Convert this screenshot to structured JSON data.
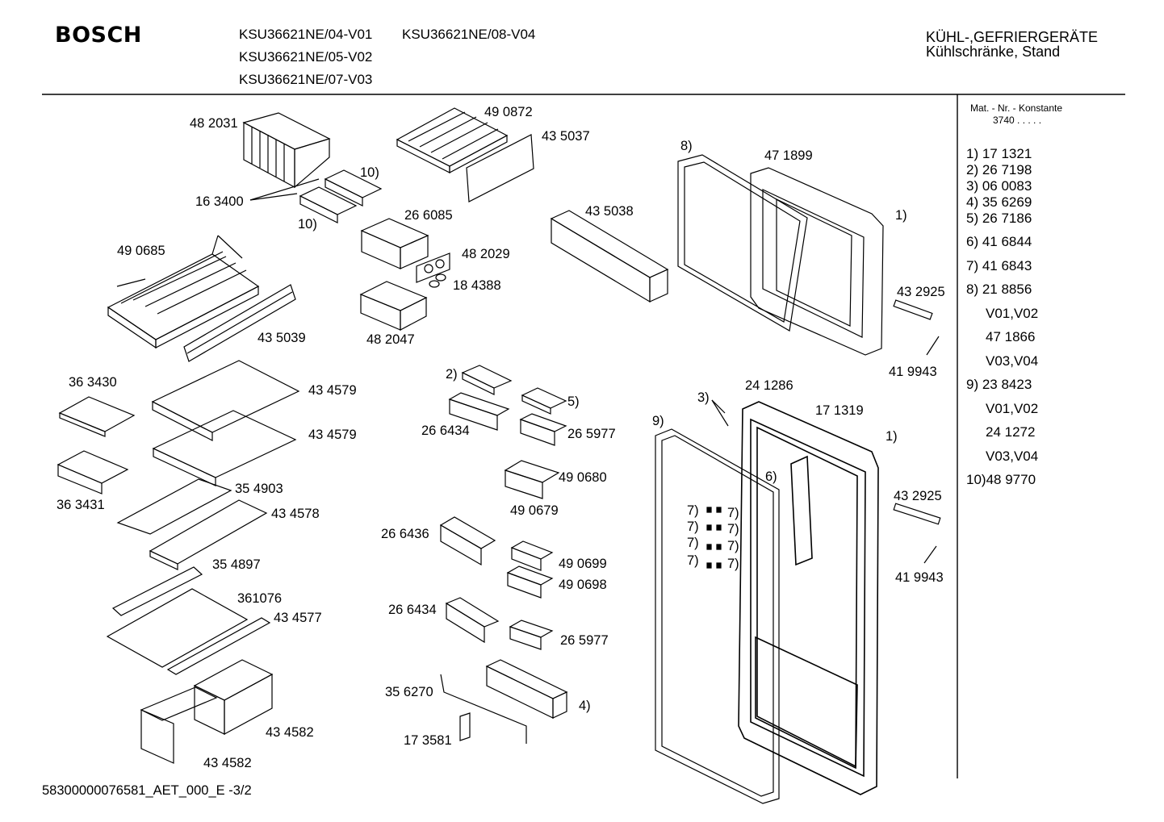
{
  "header": {
    "brand": "BOSCH",
    "models": [
      "KSU36621NE/04-V01",
      "KSU36621NE/08-V04",
      "KSU36621NE/05-V02",
      "KSU36621NE/07-V03"
    ],
    "category_line1": "KÜHL-,GEFRIERGERÄTE",
    "category_line2": "Kühlschränke, Stand"
  },
  "sidebar": {
    "heading": "Mat. - Nr. - Konstante",
    "constant": "3740  .   .   .   .   .",
    "items": [
      "1)  17 1321",
      "2)  26 7198",
      "3)  06 0083",
      "4)  35 6269",
      "5)  26 7186",
      "6)  41 6844",
      "7)  41 6843",
      "8)  21 8856",
      "V01,V02",
      "47 1866",
      "V03,V04",
      "9)  23 8423",
      "V01,V02",
      "24 1272",
      "V03,V04",
      "10)48 9770"
    ]
  },
  "part_labels": [
    "48 2031",
    "49 0872",
    "43 5037",
    "8)",
    "47 1899",
    "10)",
    "16 3400",
    "10)",
    "26 6085",
    "43 5038",
    "1)",
    "49 0685",
    "48 2029",
    "18 4388",
    "43 2925",
    "43 5039",
    "48 2047",
    "41 9943",
    "2)",
    "5)",
    "36 3430",
    "43 4579",
    "24 1286",
    "3)",
    "17 1319",
    "26 6434",
    "26 5977",
    "9)",
    "1)",
    "43 4579",
    "6)",
    "49 0680",
    "35 4903",
    "36 3431",
    "43 4578",
    "49 0679",
    "43 2925",
    "7)",
    "7)",
    "7)",
    "7)",
    "7)",
    "7)",
    "7)",
    "7)",
    "26 6436",
    "41 9943",
    "49 0699",
    "35 4897",
    "49 0698",
    "361076",
    "43 4577",
    "26 6434",
    "26 5977",
    "35 6270",
    "4)",
    "43 4582",
    "17 3581",
    "43 4582"
  ],
  "footer": "58300000076581_AET_000_E -3/2"
}
